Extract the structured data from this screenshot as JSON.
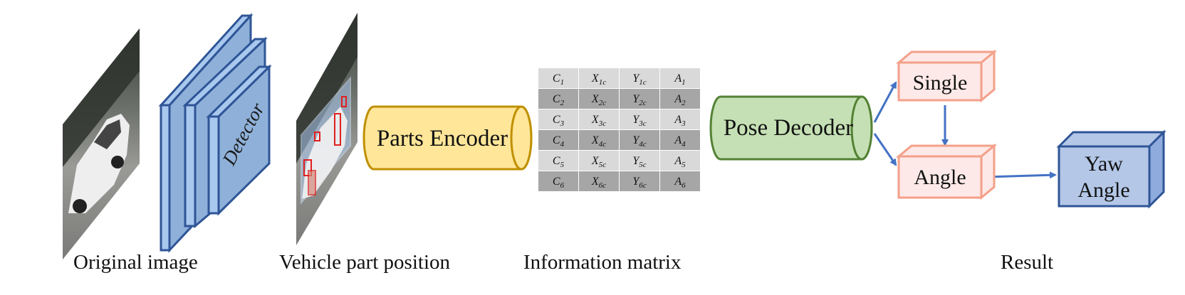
{
  "captions": {
    "original_image": "Original image",
    "vehicle_part_position": "Vehicle part position",
    "information_matrix": "Information matrix",
    "result": "Result"
  },
  "detector": {
    "label": "Detector"
  },
  "parts_encoder": {
    "label": "Parts Encoder"
  },
  "pose_decoder": {
    "label": "Pose Decoder"
  },
  "matrix": {
    "rows": [
      {
        "c": "C",
        "c_sub": "1",
        "x": "X",
        "x_sub": "1c",
        "y": "Y",
        "y_sub": "1c",
        "a": "A",
        "a_sub": "1"
      },
      {
        "c": "C",
        "c_sub": "2",
        "x": "X",
        "x_sub": "2c",
        "y": "Y",
        "y_sub": "2c",
        "a": "A",
        "a_sub": "2"
      },
      {
        "c": "C",
        "c_sub": "3",
        "x": "X",
        "x_sub": "3c",
        "y": "Y",
        "y_sub": "3c",
        "a": "A",
        "a_sub": "3"
      },
      {
        "c": "C",
        "c_sub": "4",
        "x": "X",
        "x_sub": "4c",
        "y": "Y",
        "y_sub": "4c",
        "a": "A",
        "a_sub": "4"
      },
      {
        "c": "C",
        "c_sub": "5",
        "x": "X",
        "x_sub": "5c",
        "y": "Y",
        "y_sub": "5c",
        "a": "A",
        "a_sub": "5"
      },
      {
        "c": "C",
        "c_sub": "6",
        "x": "X",
        "x_sub": "6c",
        "y": "Y",
        "y_sub": "6c",
        "a": "A",
        "a_sub": "6"
      }
    ]
  },
  "outputs": {
    "single": "Single",
    "angle": "Angle",
    "yaw_line1": "Yaw",
    "yaw_line2": "Angle"
  },
  "colors": {
    "detector_fill": "#8fb1d9",
    "detector_side": "#a9c8ee",
    "detector_stroke": "#2f5597",
    "encoder_fill": "#ffe699",
    "encoder_stroke": "#bf9000",
    "decoder_fill": "#c5e0b4",
    "decoder_stroke": "#548235",
    "pink_fill": "#fde9e7",
    "pink_stroke": "#f4a08a",
    "yaw_fill": "#b4c7e7",
    "yaw_stroke": "#2f5597",
    "arrow": "#4472c4",
    "matrix_light": "#d9d9d9",
    "matrix_dark": "#a6a6a6",
    "part_box": "#e02020"
  }
}
